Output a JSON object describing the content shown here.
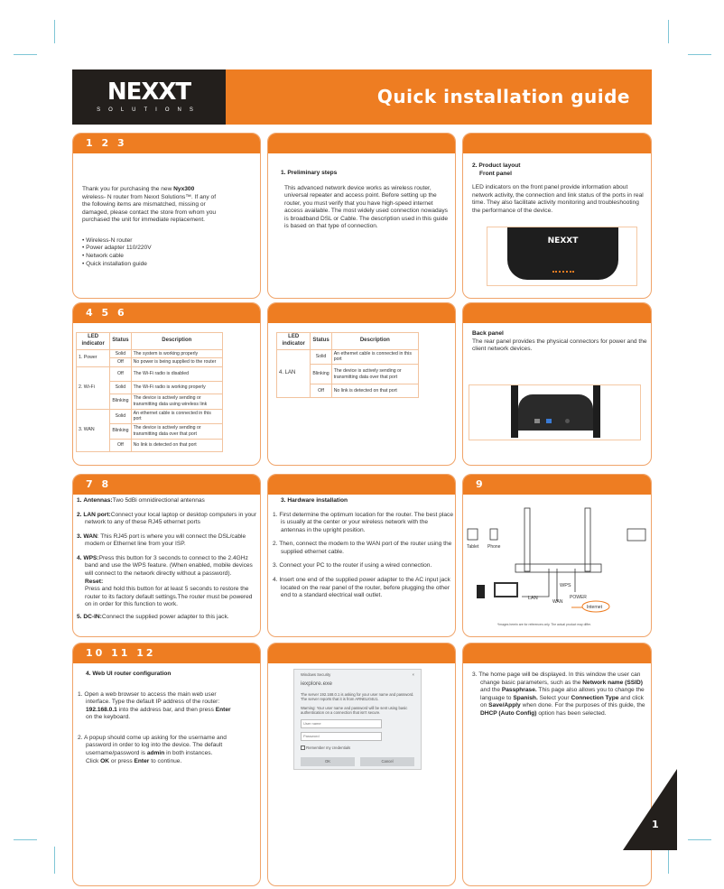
{
  "header": {
    "brand": "NEXXT",
    "brand_sub": "SOLUTIONS",
    "title": "Quick installation guide"
  },
  "cards": {
    "r1": {
      "label": "1 2 3"
    },
    "r2": {
      "label": "4 5 6"
    },
    "r3": {
      "label": "7  8"
    },
    "r3c": {
      "label": "9"
    },
    "r4": {
      "label": "10 11 12"
    }
  },
  "intro": {
    "t1": "Thank you for purchasing the new ",
    "model": "Nyx300",
    "t2": " wireless- N router from Nexxt Solutions™. If any of the following items are mismatched, missing or damaged, please contact the store from whom you purchased the unit for immediate replacement.",
    "items": [
      "• Wireless-N  router",
      "• Power adapter 110/220V",
      "• Network cable",
      "• Quick installation guide"
    ]
  },
  "prelim": {
    "heading": "1. Preliminary steps",
    "body": "This advanced network device works as wireless router, universal repeater and access point. Before setting up the router, you must verify that you have high-speed internet access available. The most widely used connection nowadays is broadband DSL or Cable. The description used in this guide is based on that type of connection."
  },
  "layout": {
    "heading": "2. Product layout",
    "sub": "Front panel",
    "body": "LED indicators on the front panel provide information about network activity, the connection and link status of the ports in real time. They also facilitate activity monitoring and troubleshooting the performance of the device.",
    "router_brand": "NEXXT"
  },
  "table_headers": [
    "LED indicator",
    "Status",
    "Description"
  ],
  "led_table": [
    {
      "led": "1. Power",
      "rows": [
        [
          "Solid",
          "The system is working properly"
        ],
        [
          "Off",
          "No power is being supplied to the router"
        ]
      ]
    },
    {
      "led": "2. Wi-Fi",
      "rows": [
        [
          "Off",
          "The Wi-Fi radio is disabled"
        ],
        [
          "Solid",
          "The Wi-Fi radio is working properly"
        ],
        [
          "Blinking",
          "The device is actively sending or transmitting data using wireless link"
        ]
      ]
    },
    {
      "led": "3. WAN",
      "rows": [
        [
          "Solid",
          "An ethernet cable is connected in this port"
        ],
        [
          "Blinking",
          "The device is actively sending or transmitting data over that port"
        ],
        [
          "Off",
          "No link is detected on that port"
        ]
      ]
    }
  ],
  "lan_table": {
    "led": "4. LAN",
    "rows": [
      [
        "Solid",
        "An ethernet cable is connected in this port"
      ],
      [
        "Blinking",
        "The device is actively sending or transmitting data over that port"
      ],
      [
        "Off",
        "No link is detected on that port"
      ]
    ]
  },
  "back": {
    "heading": "Back panel",
    "body": "The rear panel provides the physical connectors for power and the client network devices."
  },
  "ports": [
    {
      "n": "1.",
      "name": "Antennas:",
      "text": "Two 5dBi omnidirectional antennas"
    },
    {
      "n": "2.",
      "name": "LAN port:",
      "text": "Connect your local laptop or desktop computers in your network to any of these RJ45 ethernet ports"
    },
    {
      "n": "3.",
      "name": "WAN",
      "text": ": This RJ45 port is where you will connect the DSL/cable modem or Ethernet line from your ISP."
    },
    {
      "n": "4.",
      "name": "WPS:",
      "text": "Press this button for 3 seconds to connect to the 2.4GHz band and use the WPS feature. (When enabled, mobile devices will connect to the network directly without a password).",
      "reset": "Reset:",
      "reset_text": "Press and hold this button for at least 5 seconds to restore the router to its factory default settings.The router must be powered on in order for this function to work."
    },
    {
      "n": "5.",
      "name": "DC-IN:",
      "text": "Connect the supplied power adapter to this jack."
    }
  ],
  "hw": {
    "heading": "3. Hardware installation",
    "steps": [
      "1. First determine the optimum location for the router. The best place is usually at the center or your wireless network with the antennas in the upright position.",
      "2. Then, connect the modem to the WAN port of the router using the supplied ethernet cable.",
      "3. Connect your PC to the router if using a wired connection.",
      "4. Insert one end of the supplied power adapter to the AC input jack located on the rear panel of the router, before plugging the other end to a standard electrical wall outlet."
    ]
  },
  "diagram": {
    "tablet": "Tablet",
    "phone": "Phone",
    "lan": "LAN",
    "wan": "WAN",
    "wps": "WPS",
    "power": "POWER",
    "internet": "Internet",
    "note": "*Images herein are for references only. The actual product may differ."
  },
  "webui": {
    "heading": "4. Web UI router configuration",
    "s1a": "1. Open a web browser to access the main web user interface. Type the default IP address of the router: ",
    "ip": "192.168.0.1",
    "s1b": " into the address bar, and then press ",
    "enter": "Enter",
    "s1c": " on the keyboard.",
    "s2a": "2. A popup should come up asking for the username and password in order to log into the device. The default username/password is ",
    "admin": "admin",
    "s2b": " in both instances.",
    "s2c": "Click ",
    "ok": "OK",
    "s2d": " or press ",
    "enter2": "Enter",
    "s2e": " to continue."
  },
  "dialog": {
    "title": "Windows Security",
    "close": "×",
    "app": "iexplore.exe",
    "msg1": "The server 192.168.0.1 is asking for your user name and password. The server reports that it is from ARNELI04U1.",
    "msg2": "Warning: Your user name and password will be sent using basic authentication on a connection that isn't secure.",
    "user_ph": "User name",
    "pass_ph": "Password",
    "remember": "Remember my credentials",
    "ok": "OK",
    "cancel": "Cancel"
  },
  "home": {
    "a": "3. The home page will be displayed. In this window the user can change basic parameters, such as the ",
    "ssid": "Network name (SSID)",
    "b": " and the ",
    "pass": "Passphrase.",
    "c": " This page also allows you to change the language to ",
    "spanish": "Spanish.",
    "d": " Select your ",
    "ct": "Connection Type",
    "e": " and click on ",
    "save": "Save/Apply",
    "f": " when done. For the purposes of this guide, the ",
    "dhcp": "DHCP (Auto Config)",
    "g": " option has been selected."
  },
  "page_number": "1",
  "colors": {
    "accent": "#ee7d22",
    "dark": "#231f1c"
  }
}
